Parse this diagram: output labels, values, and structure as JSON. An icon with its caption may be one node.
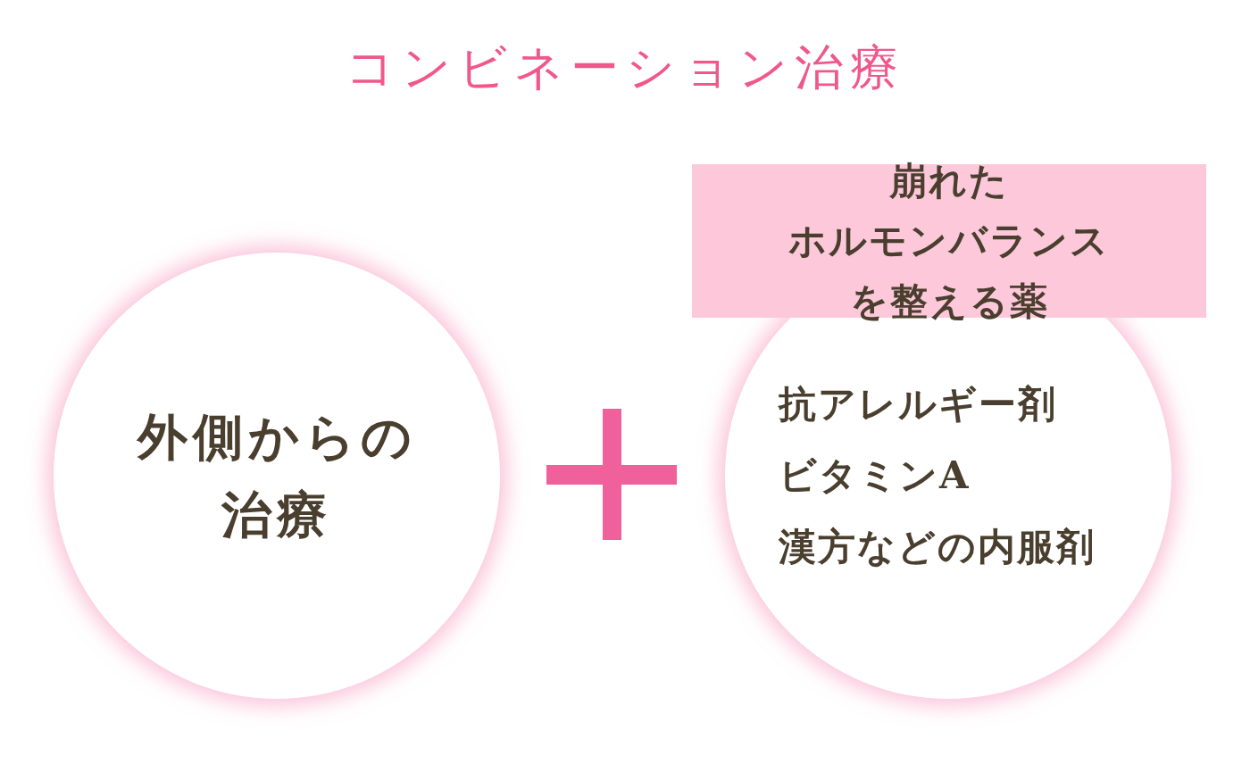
{
  "diagram": {
    "title": "コンビネーション治療",
    "nodes": [
      {
        "text": [
          "外側からの治療"
        ]
      },
      {
        "text": [],
        "shape": "plus"
      },
      {
        "text": [
          "崩れたホルモンバランスを整える薬"
        ]
      },
      {
        "text": [
          "抗アレルギー剤",
          "ビタミンA",
          "漢方などの内服剤"
        ]
      }
    ]
  }
}
